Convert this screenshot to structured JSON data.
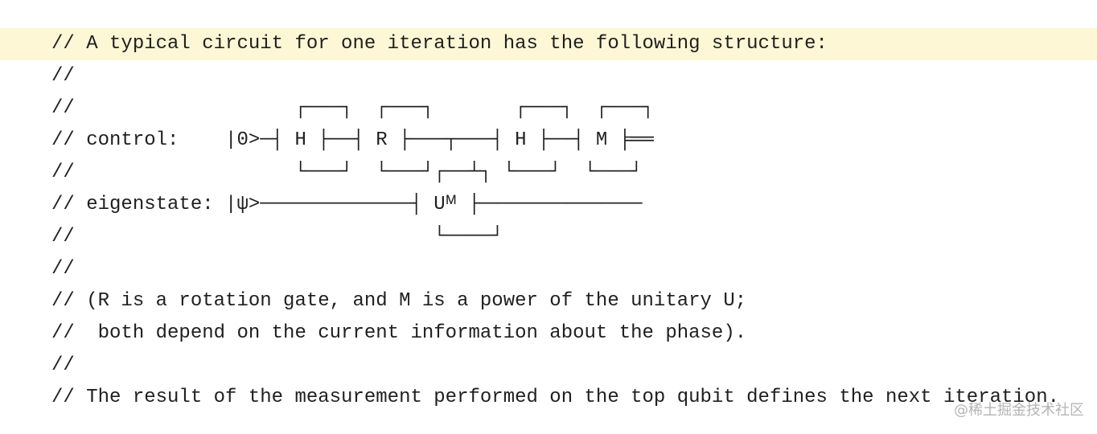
{
  "editor": {
    "lines": [
      "// A typical circuit for one iteration has the following structure:",
      "//",
      "//                   ┌───┐  ┌───┐       ┌───┐  ┌───┐",
      "// control:    |0>─┤ H ├──┤ R ├───┬───┤ H ├──┤ M ╞══",
      "//                   └───┘  └───┘┌──┴┐ └───┘  └───┘",
      "// eigenstate: |ψ>─────────────┤ Uᴹ ├──────────────",
      "//                               └────┘",
      "//",
      "// (R is a rotation gate, and M is a power of the unitary U;",
      "//  both depend on the current information about the phase).",
      "//",
      "// The result of the measurement performed on the top qubit defines the next iteration."
    ],
    "highlight_color": "#fdf7d6"
  },
  "watermark": {
    "text": "@稀土掘金技术社区"
  }
}
